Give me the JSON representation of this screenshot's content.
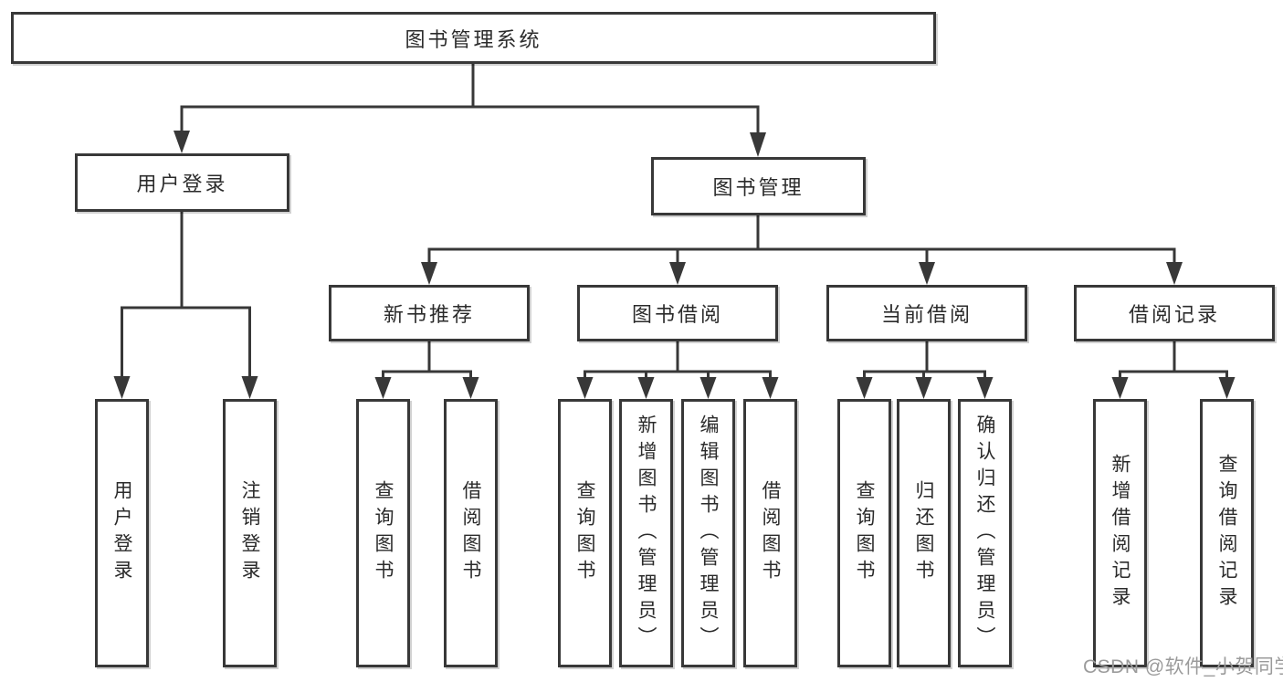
{
  "colors": {
    "line": "#383838",
    "box_border": "#383838",
    "text": "#2b2b2b",
    "background": "#ffffff",
    "watermark": "#9b9b9b"
  },
  "watermark": "CSDN @软件_小贺同学",
  "tree": {
    "root": "图书管理系统",
    "branches": [
      {
        "label": "用户登录",
        "children": [
          "用户登录",
          "注销登录"
        ]
      },
      {
        "label": "图书管理",
        "groups": [
          {
            "label": "新书推荐",
            "children": [
              "查询图书",
              "借阅图书"
            ]
          },
          {
            "label": "图书借阅",
            "children": [
              "查询图书",
              "新增图书（管理员）",
              "编辑图书（管理员）",
              "借阅图书"
            ]
          },
          {
            "label": "当前借阅",
            "children": [
              "查询图书",
              "归还图书",
              "确认归还（管理员）"
            ]
          },
          {
            "label": "借阅记录",
            "children": [
              "新增借阅记录",
              "查询借阅记录"
            ]
          }
        ]
      }
    ]
  }
}
